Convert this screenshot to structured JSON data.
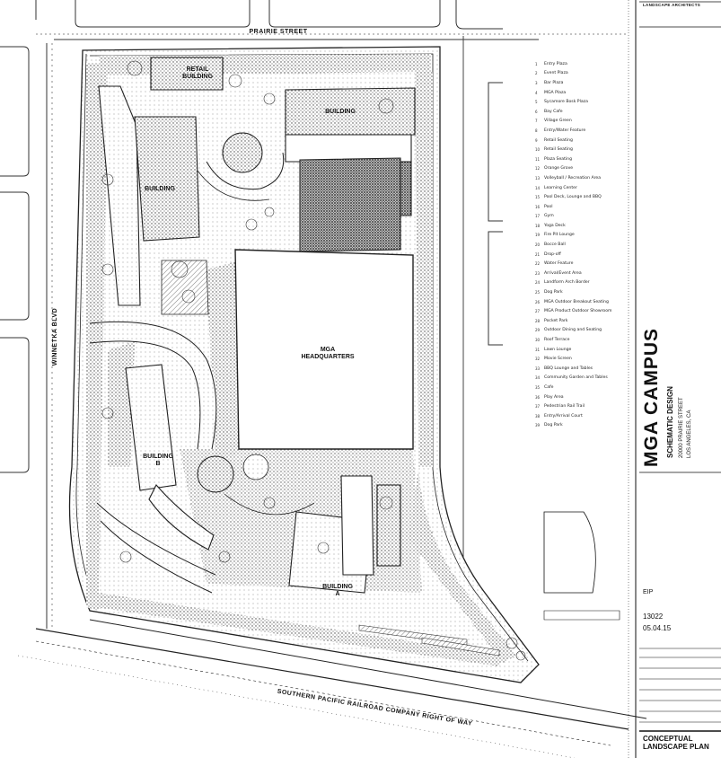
{
  "streets": {
    "north": "PRAIRIE STREET",
    "west": "WINNETKA BLVD",
    "south": "SOUTHERN PACIFIC RAILROAD COMPANY RIGHT OF WAY"
  },
  "buildings": {
    "retail_line1": "RETAIL",
    "retail_line2": "BUILDING",
    "building_d": "BUILDING",
    "building_c": "BUILDING",
    "hq_line1": "MGA",
    "hq_line2": "HEADQUARTERS",
    "building_b_line1": "BUILDING",
    "building_b_line2": "B",
    "building_a_line1": "BUILDING",
    "building_a_line2": "A"
  },
  "legend": [
    {
      "num": "1",
      "label": "Entry Plaza"
    },
    {
      "num": "2",
      "label": "Event Plaza"
    },
    {
      "num": "3",
      "label": "Bar Plaza"
    },
    {
      "num": "4",
      "label": "MGA Plaza"
    },
    {
      "num": "5",
      "label": "Sycamore Bosk Plaza"
    },
    {
      "num": "6",
      "label": "Bay Cafe"
    },
    {
      "num": "7",
      "label": "Village Green"
    },
    {
      "num": "8",
      "label": "Entry/Water Feature"
    },
    {
      "num": "9",
      "label": "Retail Seating"
    },
    {
      "num": "10",
      "label": "Retail Seating"
    },
    {
      "num": "11",
      "label": "Plaza Seating"
    },
    {
      "num": "12",
      "label": "Orange Grove"
    },
    {
      "num": "13",
      "label": "Volleyball / Recreation Area"
    },
    {
      "num": "14",
      "label": "Learning Center"
    },
    {
      "num": "15",
      "label": "Pool Deck, Lounge and BBQ"
    },
    {
      "num": "16",
      "label": "Pool"
    },
    {
      "num": "17",
      "label": "Gym"
    },
    {
      "num": "18",
      "label": "Yoga Deck"
    },
    {
      "num": "19",
      "label": "Fire Pit Lounge"
    },
    {
      "num": "20",
      "label": "Bocce Ball"
    },
    {
      "num": "21",
      "label": "Drop-off"
    },
    {
      "num": "22",
      "label": "Water Feature"
    },
    {
      "num": "23",
      "label": "Arrival/Event Area"
    },
    {
      "num": "24",
      "label": "Landform Arch Border"
    },
    {
      "num": "25",
      "label": "Dog Park"
    },
    {
      "num": "26",
      "label": "MGA Outdoor Breakout Seating"
    },
    {
      "num": "27",
      "label": "MGA Product Outdoor Showroom"
    },
    {
      "num": "28",
      "label": "Pocket Park"
    },
    {
      "num": "29",
      "label": "Outdoor Dining and Seating"
    },
    {
      "num": "30",
      "label": "Roof Terrace"
    },
    {
      "num": "31",
      "label": "Lawn Lounge"
    },
    {
      "num": "32",
      "label": "Movie Screen"
    },
    {
      "num": "33",
      "label": "BBQ Lounge and Tables"
    },
    {
      "num": "34",
      "label": "Community Garden and Tables"
    },
    {
      "num": "35",
      "label": "Cafe"
    },
    {
      "num": "36",
      "label": "Play Area"
    },
    {
      "num": "37",
      "label": "Pedestrian Rail Trail"
    },
    {
      "num": "38",
      "label": "Entry/Arrival Court"
    },
    {
      "num": "39",
      "label": "Dog Park"
    }
  ],
  "title_block": {
    "firm": "LANDSCAPE ARCHITECTS",
    "project": "MGA CAMPUS",
    "subtitle": "SCHEMATIC DESIGN",
    "address1": "20000 PRAIRIE STREET",
    "address2": "LOS ANGELES, CA",
    "sheet_code": "EIP",
    "job": "13022",
    "date": "05.04.15",
    "sheet_title1": "CONCEPTUAL",
    "sheet_title2": "LANDSCAPE PLAN"
  }
}
